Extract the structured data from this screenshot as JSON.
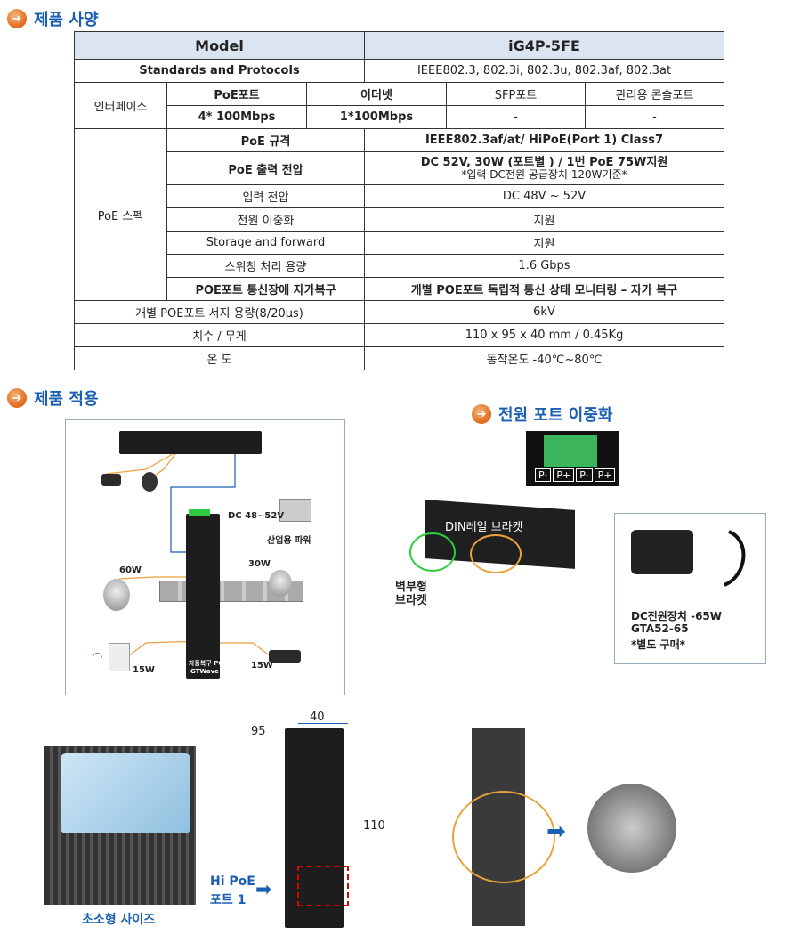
{
  "sections": {
    "spec_title": "제품 사양",
    "apply_title": "제품 적용",
    "power_title": "전원 포트 이중화"
  },
  "table": {
    "header_model": "Model",
    "header_value": "iG4P-5FE",
    "standards_label": "Standards and Protocols",
    "standards_value": "IEEE802.3, 802.3i, 802.3u, 802.3af, 802.3at",
    "interface_label": "인터페이스",
    "iface_cols": [
      "PoE포트",
      "이더넷",
      "SFP포트",
      "관리용 콘솔포트"
    ],
    "iface_vals": [
      "4* 100Mbps",
      "1*100Mbps",
      "-",
      "-"
    ],
    "poe_spec_label": "PoE 스펙",
    "poe_rows": [
      {
        "k": "PoE 규격",
        "v": "IEEE802.3af/at/ HiPoE(Port 1) Class7"
      },
      {
        "k": "PoE 출력 전압",
        "v": "DC 52V, 30W (포트별 ) / 1번 PoE 75W지원",
        "v2": "*입력 DC전원 공급장치 120W기준*"
      },
      {
        "k": "입력 전압",
        "v": "DC 48V ~ 52V"
      },
      {
        "k": "전원 이중화",
        "v": "지원"
      },
      {
        "k": "Storage and forward",
        "v": "지원"
      },
      {
        "k": "스위칭 처리 용량",
        "v": "1.6 Gbps"
      },
      {
        "k": "POE포트 통신장애 자가복구",
        "v": "개별 POE포트 독립적 통신 상태 모니터링 – 자가 복구"
      }
    ],
    "surge_label": "개별 POE포트 서지 용량(8/20μs)",
    "surge_value": "6kV",
    "dim_label": "치수 / 무게",
    "dim_value": "110 x 95 x 40 mm / 0.45Kg",
    "temp_label": "온 도",
    "temp_value": "동작온도 -40℃~80℃"
  },
  "diagram": {
    "dc_label": "DC 48~52V",
    "power_label": "산업용 파워",
    "w60": "60W",
    "w30": "30W",
    "w15a": "15W",
    "w15b": "15W",
    "brand": "GTWave",
    "device_text": "자동복구 POE"
  },
  "power": {
    "terminals": [
      "P-",
      "P+",
      "P-",
      "P+"
    ],
    "din_label": "DIN레일 브라켓",
    "wall_label_1": "벽부형",
    "wall_label_2": "브라켓",
    "adapter_1": "DC전원장치 -65W",
    "adapter_2": "GTA52-65",
    "adapter_3": "*별도 구매*"
  },
  "bottom": {
    "small_size": "초소형 사이즈",
    "hipoe_1": "Hi PoE",
    "hipoe_2": "포트 1",
    "dim_40": "40",
    "dim_95": "95",
    "dim_110": "110"
  },
  "colors": {
    "accent": "#1a5fb4",
    "header_bg": "#dbe5f1",
    "orange": "#e9a23b",
    "green": "#2ecc40"
  }
}
